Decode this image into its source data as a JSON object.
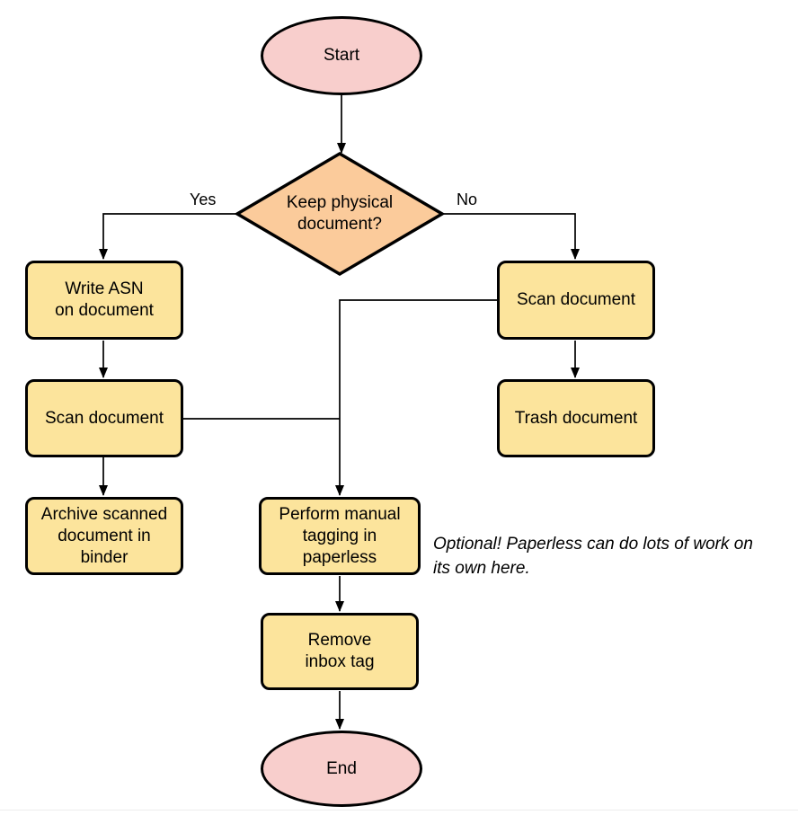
{
  "colors": {
    "terminal_fill": "#F8CECC",
    "decision_fill": "#FBCB9B",
    "process_fill": "#FCE49C",
    "stroke": "#000000",
    "canvas": "#FFFFFF",
    "footer_line": "#EDEDED"
  },
  "nodes": {
    "start": {
      "type": "terminal",
      "label": "Start"
    },
    "decision": {
      "type": "decision",
      "label": "Keep physical\ndocument?"
    },
    "write_asn": {
      "type": "process",
      "label": "Write ASN\non document"
    },
    "scan_left": {
      "type": "process",
      "label": "Scan document"
    },
    "archive": {
      "type": "process",
      "label": "Archive scanned\ndocument in\nbinder"
    },
    "scan_right": {
      "type": "process",
      "label": "Scan document"
    },
    "trash": {
      "type": "process",
      "label": "Trash document"
    },
    "tagging": {
      "type": "process",
      "label": "Perform manual\ntagging in\npaperless"
    },
    "remove_inbox": {
      "type": "process",
      "label": "Remove\ninbox tag"
    },
    "end": {
      "type": "terminal",
      "label": "End"
    }
  },
  "edge_labels": {
    "yes": "Yes",
    "no": "No"
  },
  "annotation": "Optional! Paperless can do lots of work on\nits own here."
}
